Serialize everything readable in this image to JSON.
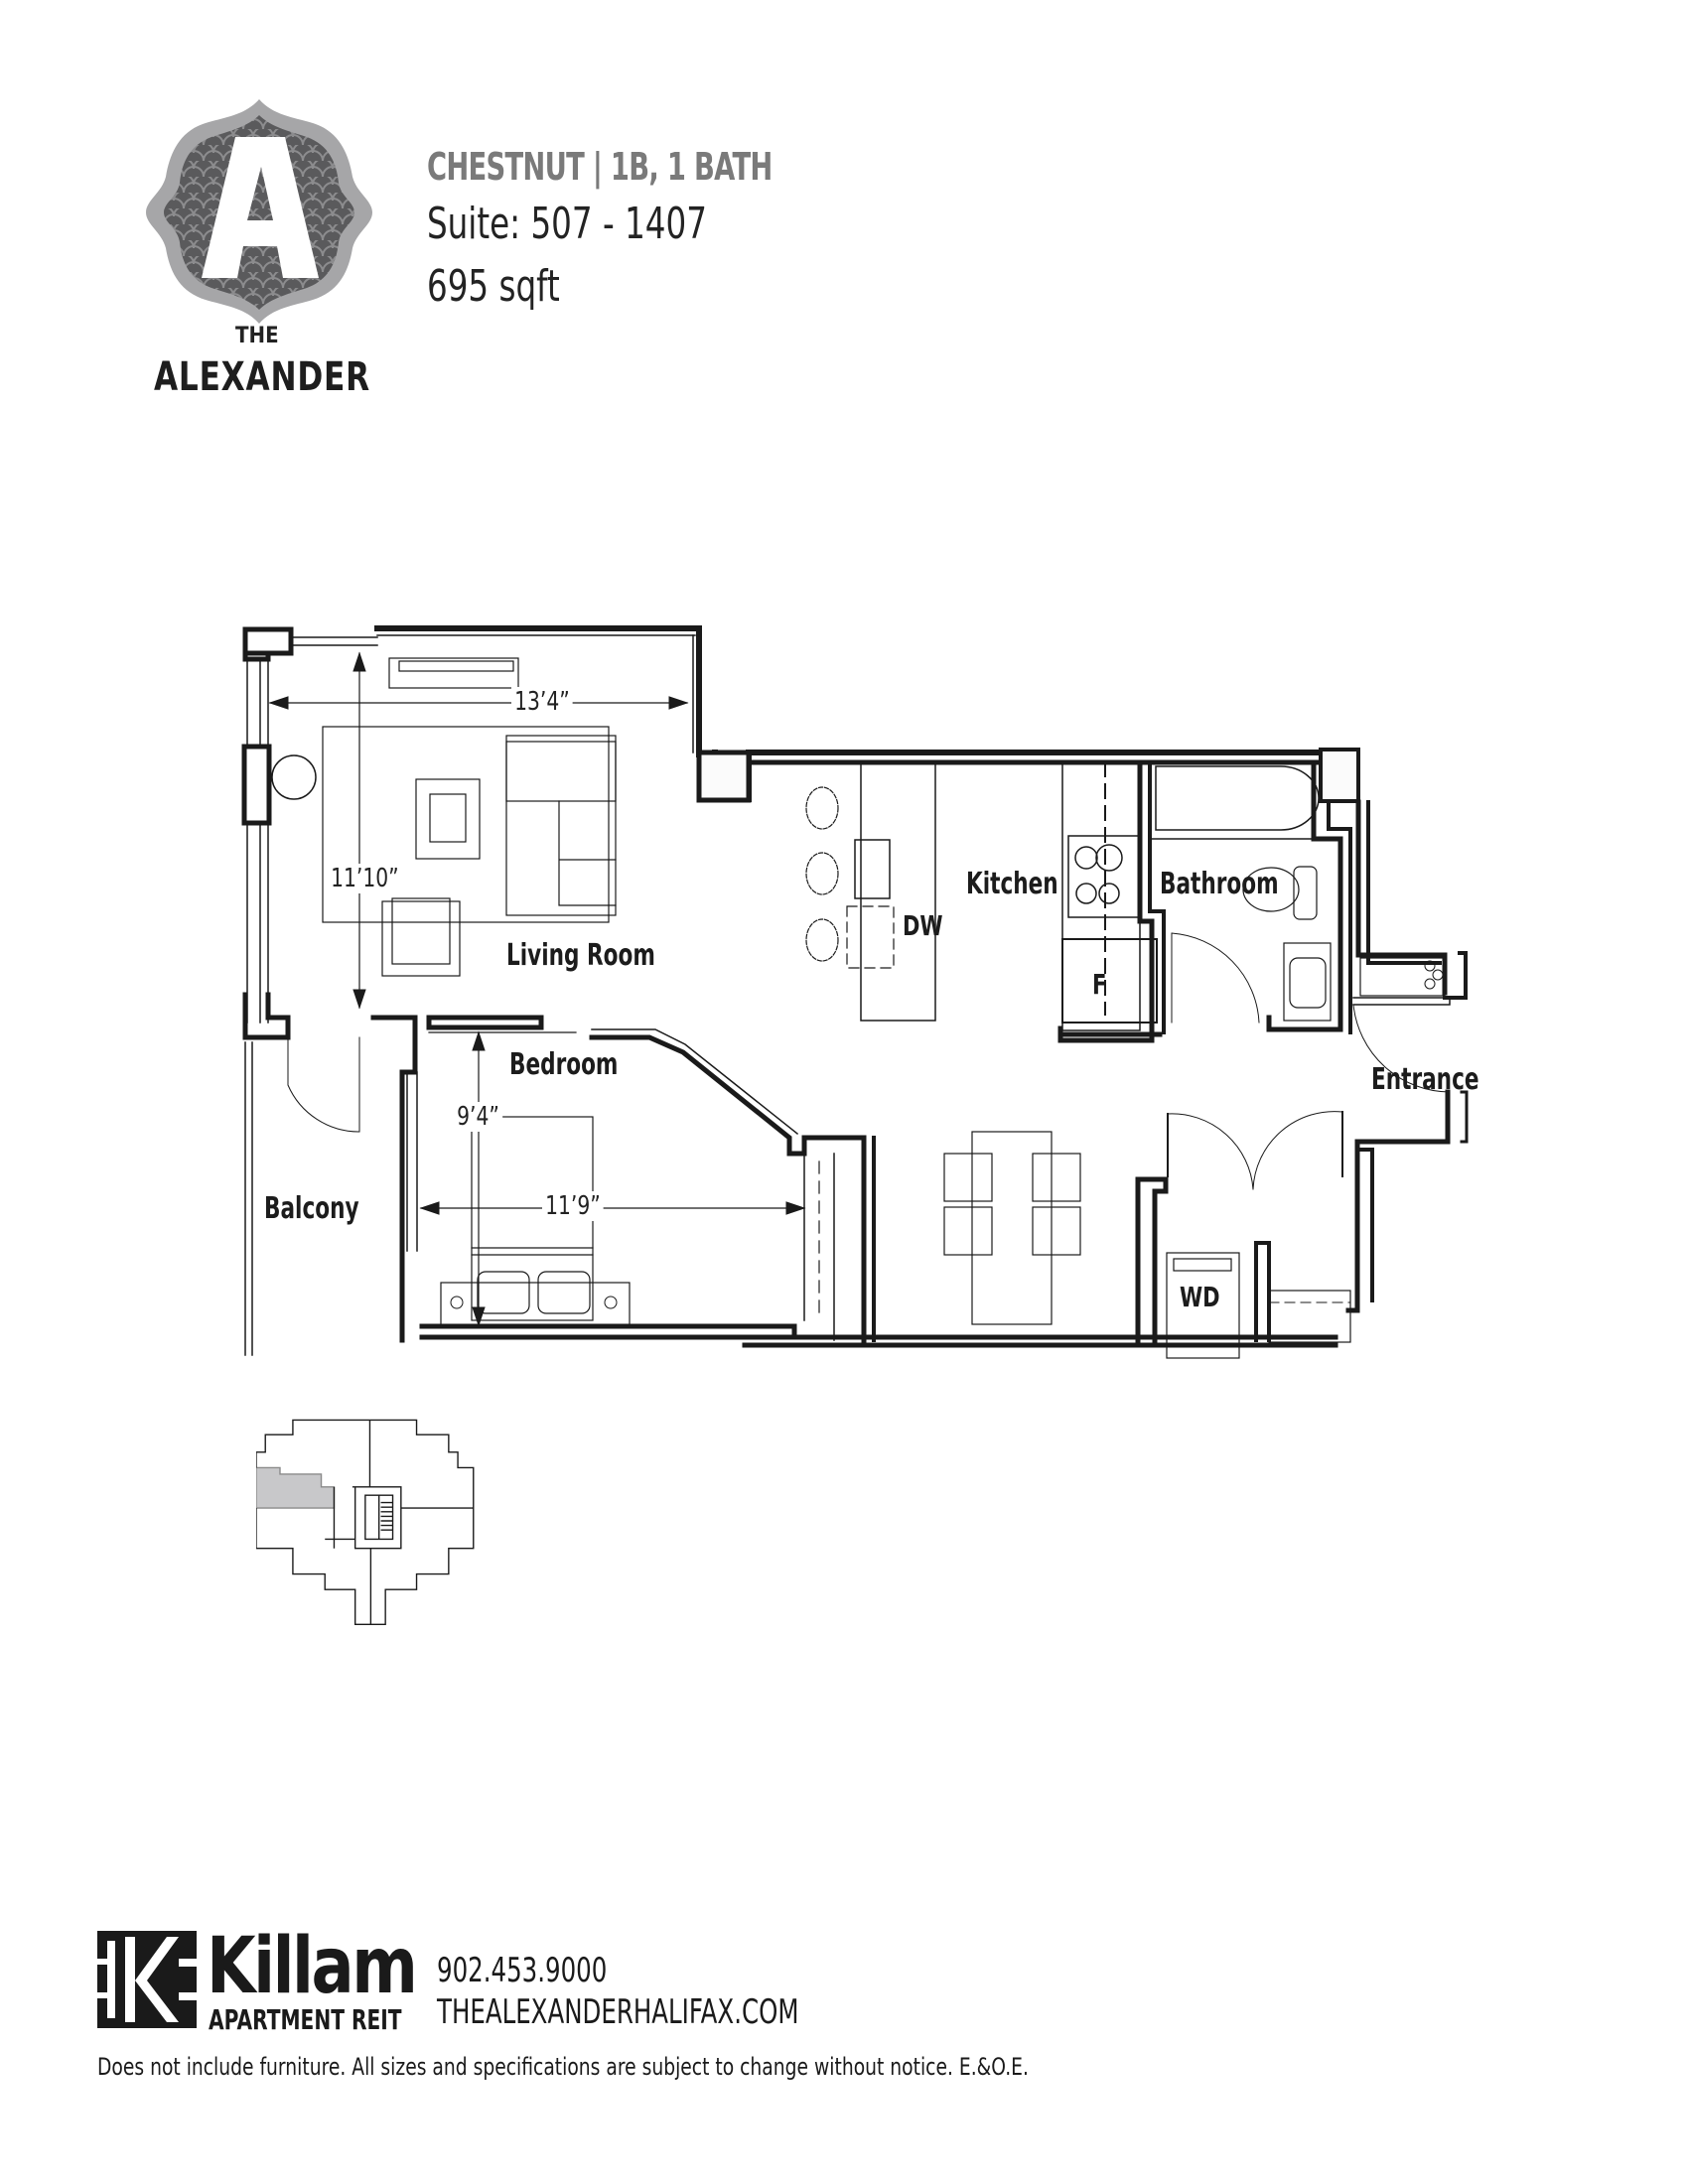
{
  "header": {
    "logo_letter": "A",
    "logo_the": "THE",
    "logo_name": "ALEXANDER",
    "title": "CHESTNUT | 1B, 1 BATH",
    "suite": "Suite: 507 - 1407",
    "area": "695 sqft"
  },
  "floor_plan": {
    "rooms": {
      "living_room": "Living Room",
      "kitchen": "Kitchen",
      "bathroom": "Bathroom",
      "bedroom": "Bedroom",
      "balcony": "Balcony",
      "entrance": "Entrance"
    },
    "appliances": {
      "dishwasher": "DW",
      "fridge": "F",
      "washer_dryer": "WD"
    },
    "dimensions": {
      "living_width": "13’4”",
      "living_depth": "11’10”",
      "bedroom_depth": "9’4”",
      "bedroom_width": "11’9”"
    }
  },
  "key_plan": {
    "highlight_color": "#c8c8ca"
  },
  "footer": {
    "company": "Killam",
    "company_sub": "APARTMENT REIT",
    "phone": "902.453.9000",
    "website": "THEALEXANDERHALIFAX.COM",
    "disclaimer": "Does not include furniture. All sizes and specifications are subject to change without notice. E.&O.E."
  },
  "colors": {
    "title_gray": "#7a7a7a",
    "badge_outer": "#a6a6a8",
    "badge_inner": "#58585a",
    "ink": "#1c1c1c"
  }
}
